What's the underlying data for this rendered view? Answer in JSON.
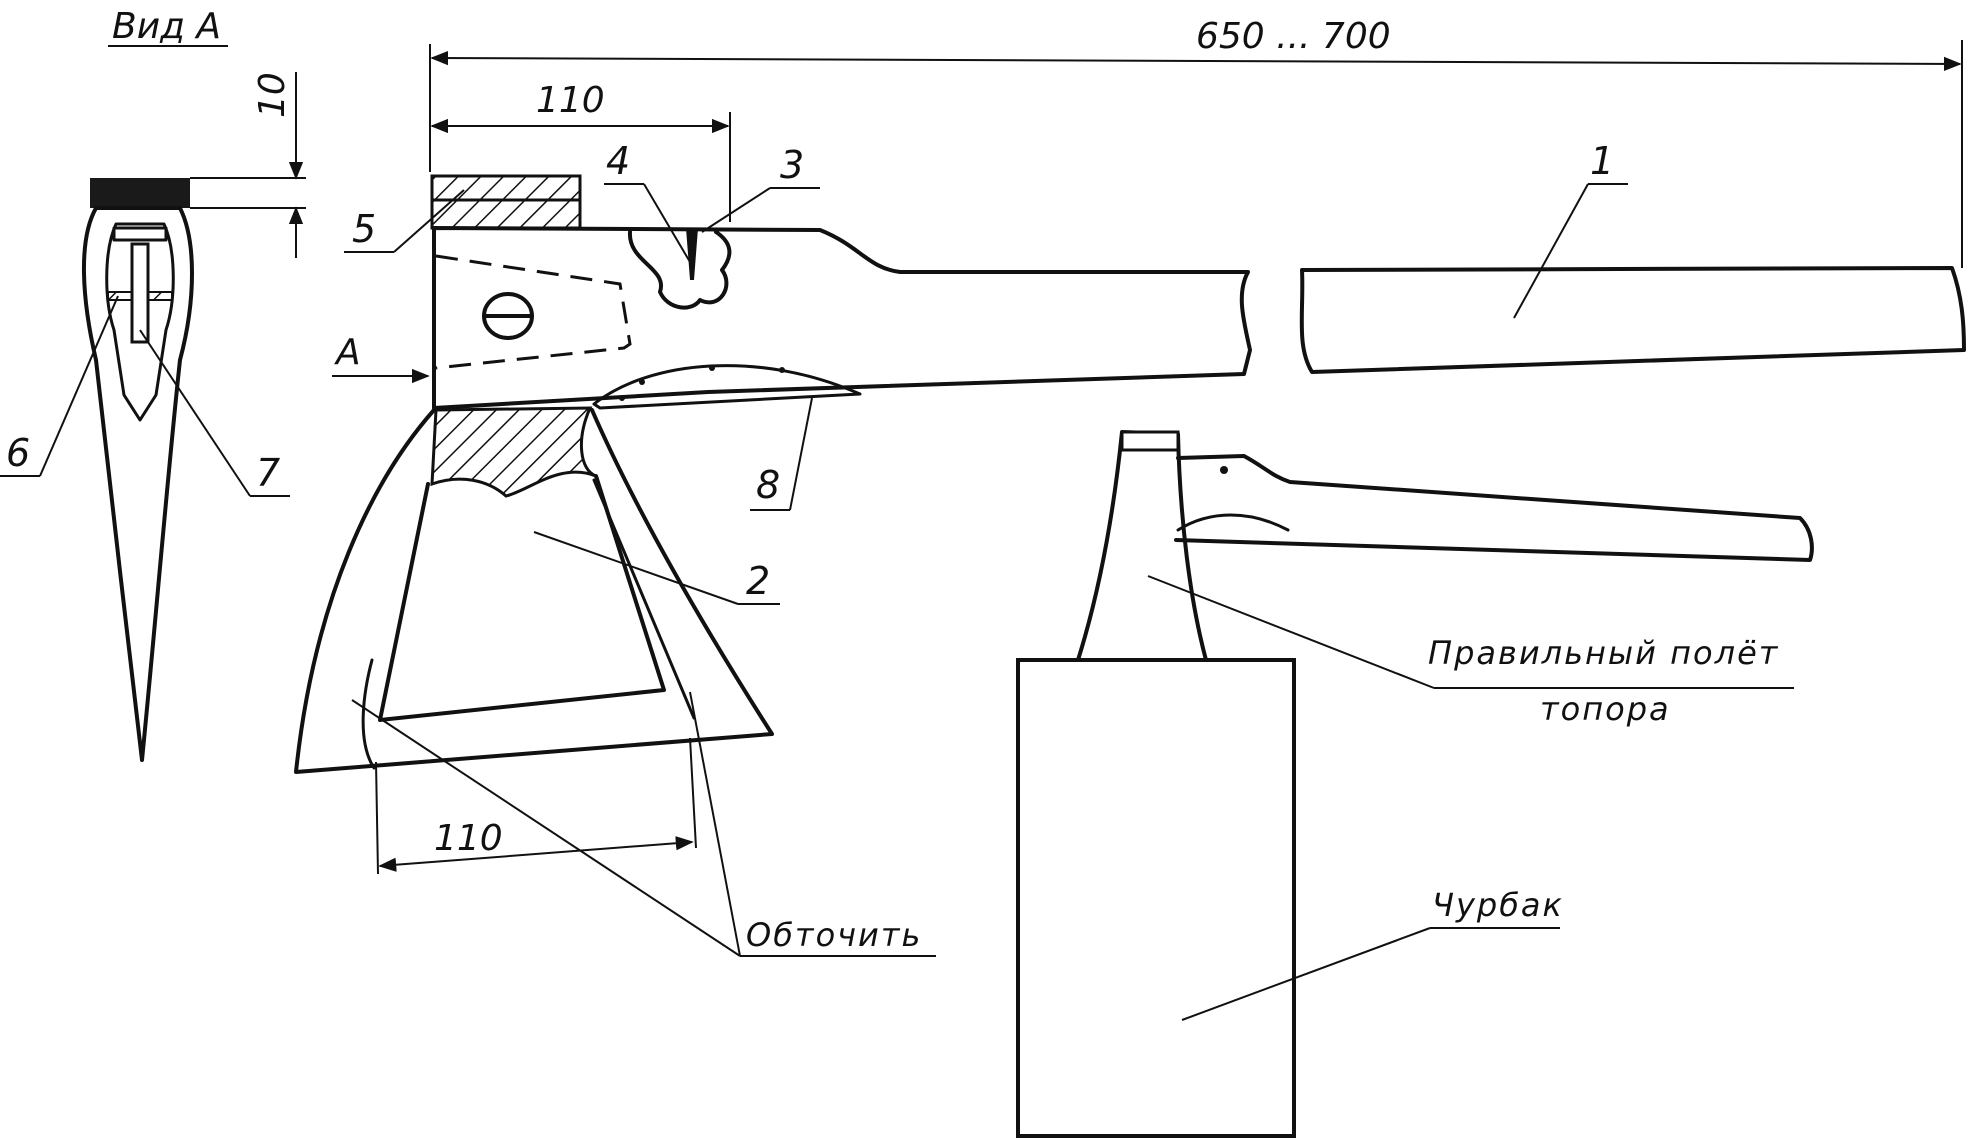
{
  "view_label": "Вид А",
  "section_marker": "А",
  "dimensions": {
    "overall_length": "650 ... 700",
    "head_length": "110",
    "blade_width": "110",
    "view_a_depth": "10"
  },
  "callouts": {
    "c1": "1",
    "c2": "2",
    "c3": "3",
    "c4": "4",
    "c5": "5",
    "c6": "6",
    "c7": "7",
    "c8": "8"
  },
  "notes": {
    "grind": "Обточить",
    "correct_flight_line1": "Правильный полёт",
    "correct_flight_line2": "топора",
    "block": "Чурбак"
  }
}
